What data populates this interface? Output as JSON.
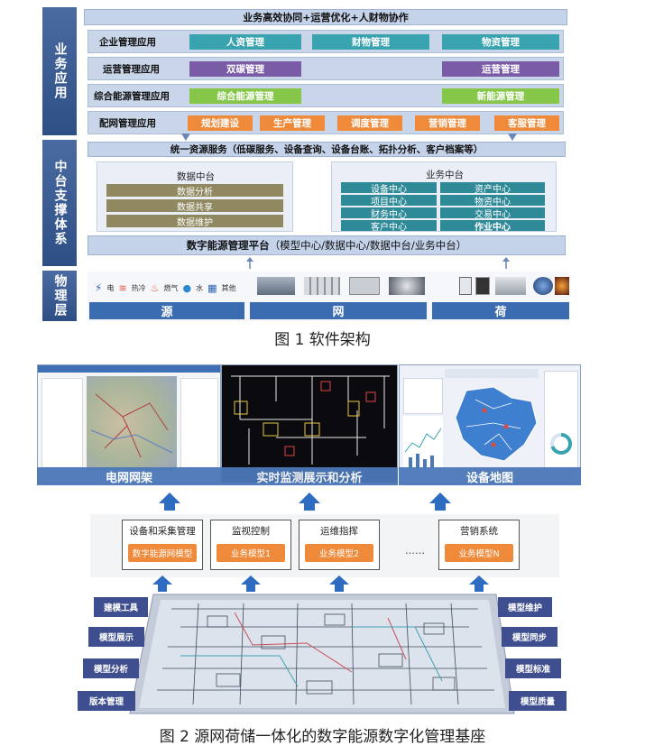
{
  "fig1": {
    "side_labels": [
      "业务应用",
      "中台支撑体系",
      "物理层"
    ],
    "top_banner": "业务高效协同+运营优化+人财物协作",
    "rows": [
      {
        "label": "企业管理应用",
        "items": [
          "人资管理",
          "财物管理",
          "物资管理"
        ]
      },
      {
        "label": "运营管理应用",
        "items": [
          "双碳管理",
          "运营管理"
        ]
      },
      {
        "label": "综合能源管理应用",
        "items": [
          "综合能源管理",
          "新能源管理"
        ]
      },
      {
        "label": "配网管理应用",
        "items": [
          "规划建设",
          "生产管理",
          "调度管理",
          "营销管理",
          "客服管理"
        ]
      }
    ],
    "unified_service": "统一资源服务（低碳服务、设备查询、设备台账、拓扑分析、客户档案等）",
    "data_hub": {
      "title": "数据中台",
      "items": [
        "数据分析",
        "数据共享",
        "数据维护"
      ]
    },
    "business_hub": {
      "title": "业务中台",
      "items": [
        "设备中心",
        "资产中心",
        "项目中心",
        "物资中心",
        "财务中心",
        "交易中心",
        "客户中心",
        "作业中心"
      ]
    },
    "platform": {
      "bold": "数字能源管理平台",
      "rest": "（模型中心/数据中心/数据中台/业务中台）"
    },
    "phys_icons": [
      "电",
      "热冷",
      "燃气",
      "水",
      "其他"
    ],
    "phys_buttons": [
      "源",
      "网",
      "荷"
    ],
    "caption": "图 1  软件架构"
  },
  "fig2": {
    "screens": [
      "电网网架",
      "实时监测展示和分析",
      "设备地图"
    ],
    "modules": [
      {
        "title": "设备和采集管理",
        "button": "数字能源网模型"
      },
      {
        "title": "监视控制",
        "button": "业务模型1"
      },
      {
        "title": "运维指挥",
        "button": "业务模型2"
      },
      {
        "title": "营销系统",
        "button": "业务模型N"
      }
    ],
    "ellipsis": "……",
    "left_tools": [
      "建模工具",
      "模型展示",
      "模型分析",
      "版本管理"
    ],
    "right_tools": [
      "模型维护",
      "模型同步",
      "模型标准",
      "模型质量"
    ],
    "caption": "图 2  源网荷储一体化的数字能源数字化管理基座"
  },
  "colors": {
    "navy": "#2e4f86",
    "teal": "#3aa3b0",
    "purple": "#7a5ba6",
    "green": "#86c74a",
    "orange": "#ee8a3a",
    "blue": "#4b78b8"
  }
}
